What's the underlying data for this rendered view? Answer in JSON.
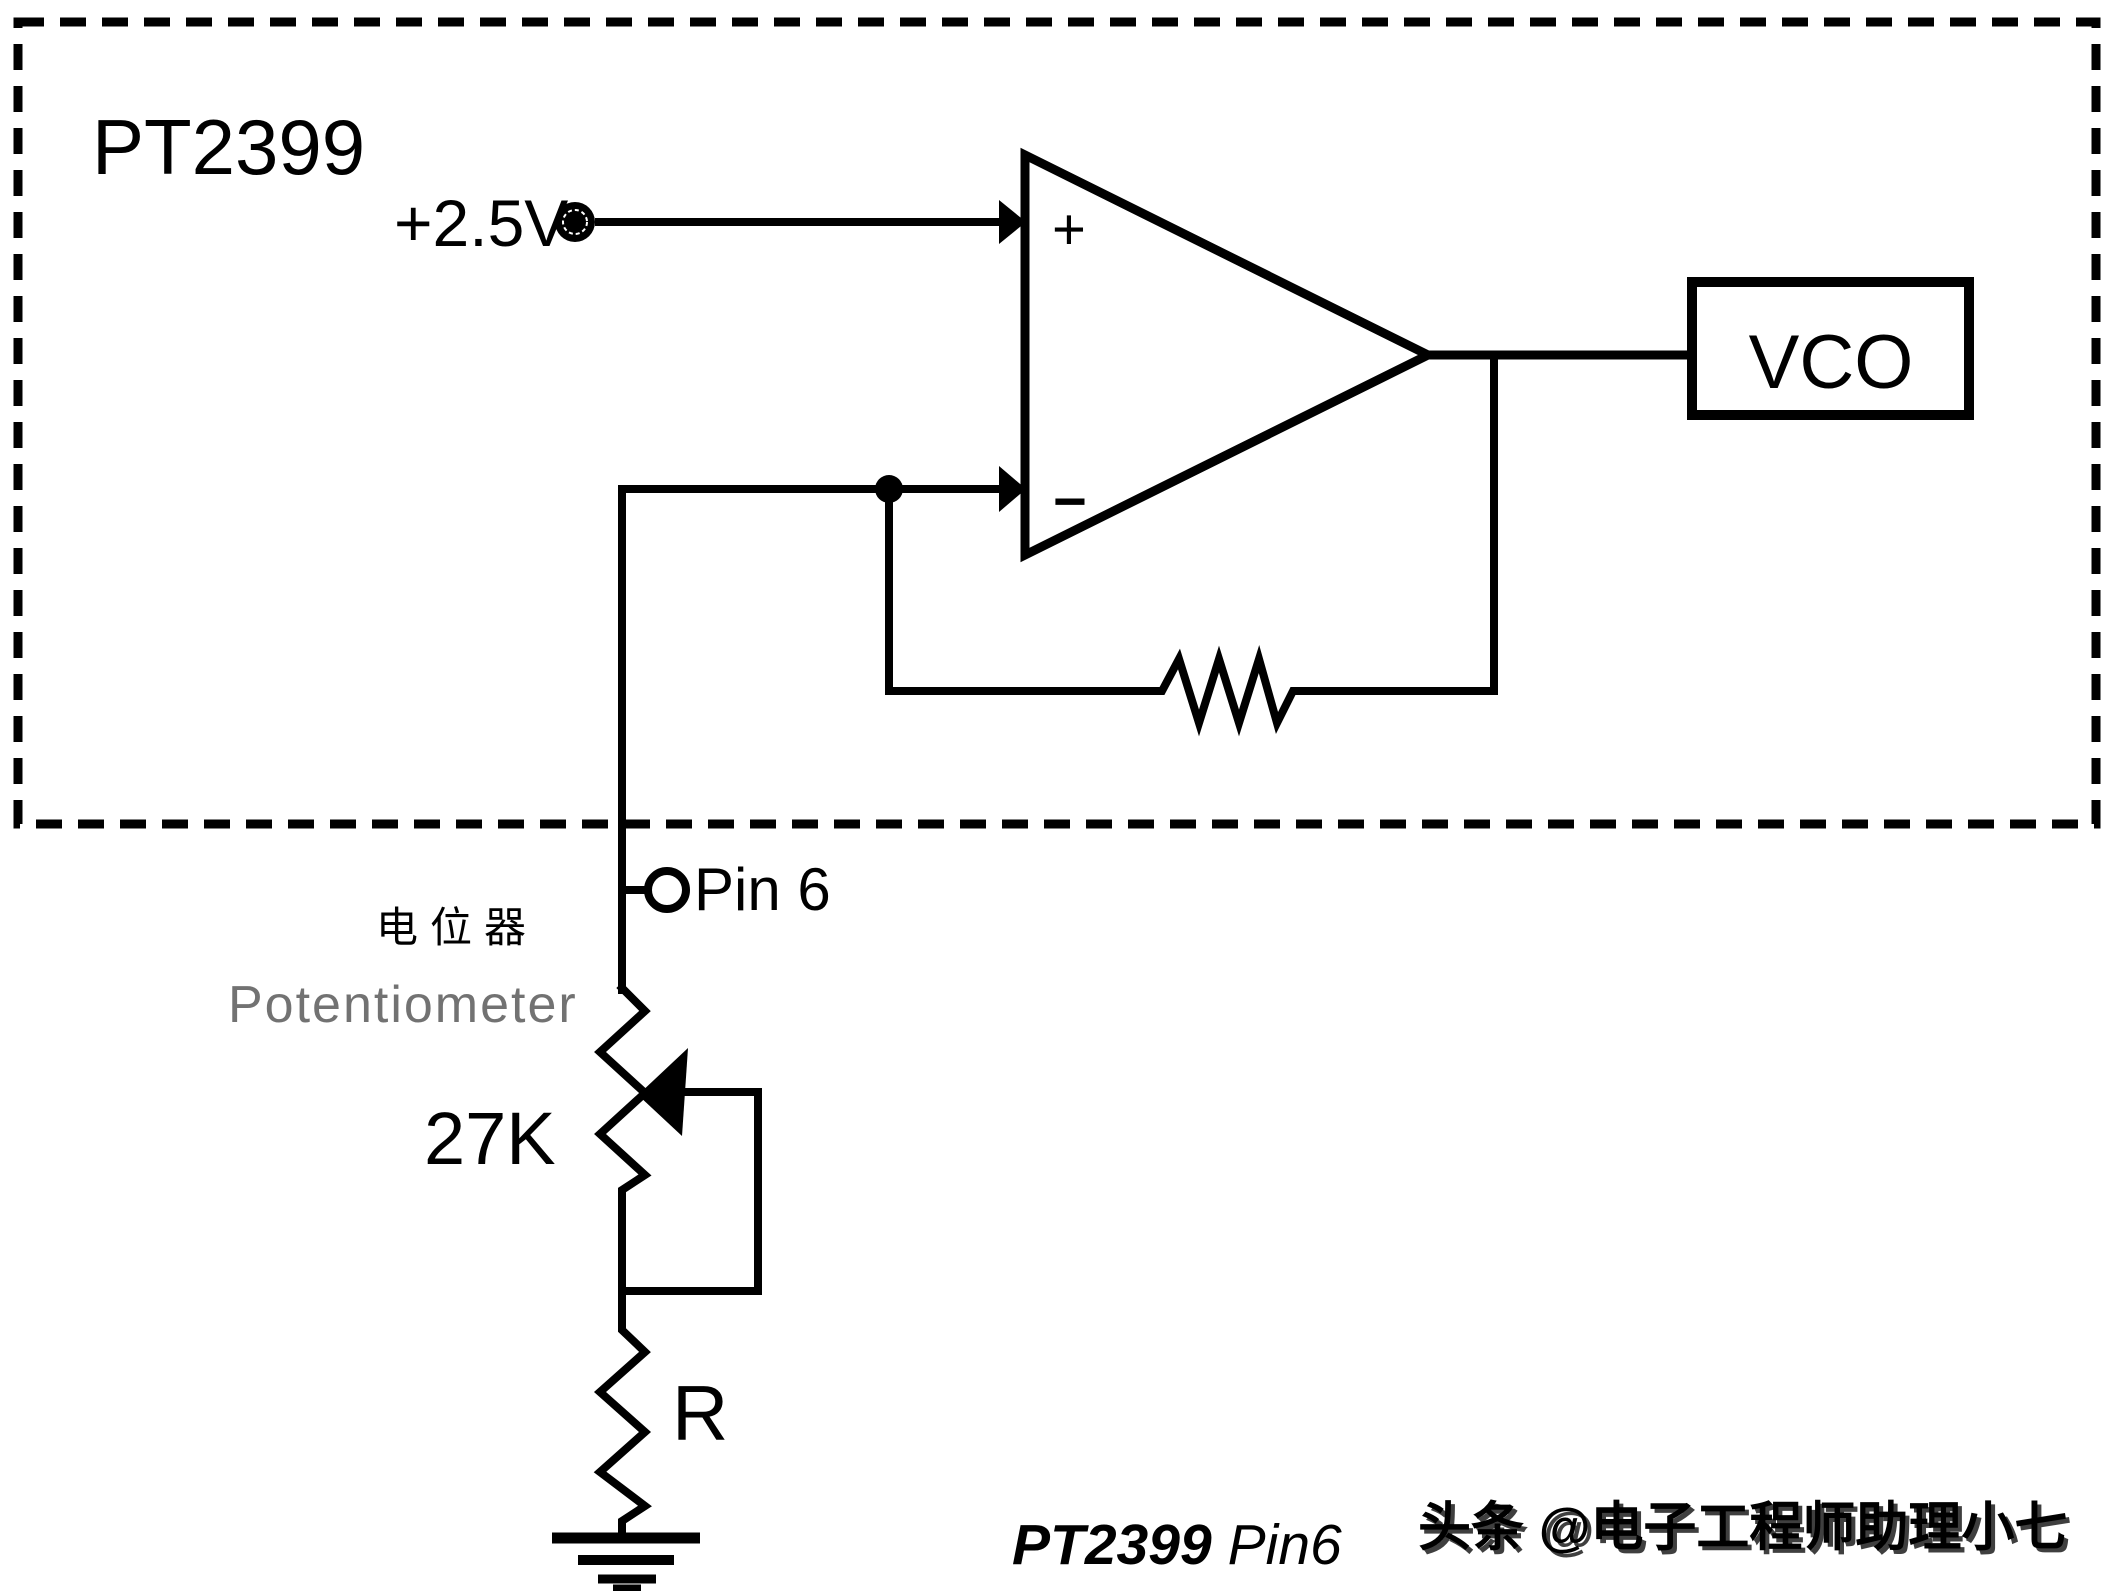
{
  "page": {
    "background": "#ffffff",
    "line_color": "#000000"
  },
  "circuit": {
    "ic_label": "PT2399",
    "supply": {
      "label": "+2.5V"
    },
    "opamp": {
      "noninverting_label": "+",
      "inverting_label": "−"
    },
    "output_block": {
      "label": "VCO"
    },
    "pin": {
      "label": "Pin 6"
    },
    "potentiometer": {
      "label_cn": "电位器",
      "ghost_label": "Potentiometer",
      "value": "27K"
    },
    "resistor": {
      "label": "R"
    }
  },
  "footer": {
    "caption_primary": "PT2399",
    "caption_secondary": "Pin6",
    "caption_color": "#3a43c2",
    "watermark": "头条 @电子工程师助理小七",
    "watermark_color": "#1d1d1d",
    "watermark_shadow_color": "#9a9a9a"
  }
}
